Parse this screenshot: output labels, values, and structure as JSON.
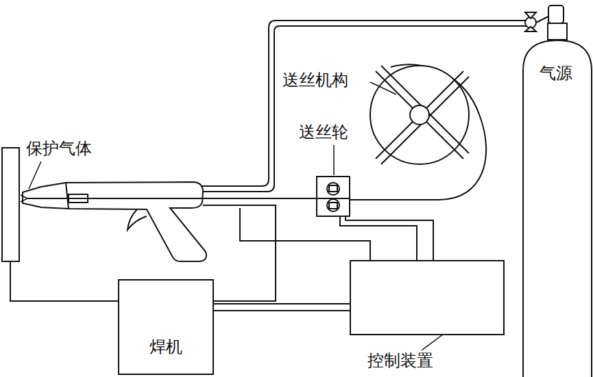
{
  "diagram": {
    "nodes": [
      {
        "text": [
          "焊机"
        ]
      },
      {
        "text": [
          "控制装置"
        ]
      },
      {
        "text": [
          "气源"
        ]
      }
    ],
    "edges": [
      {
        "from": 0,
        "to": 1,
        "arrow": "none"
      }
    ],
    "labels": [
      "保护气体",
      "送丝机构",
      "送丝轮"
    ]
  }
}
